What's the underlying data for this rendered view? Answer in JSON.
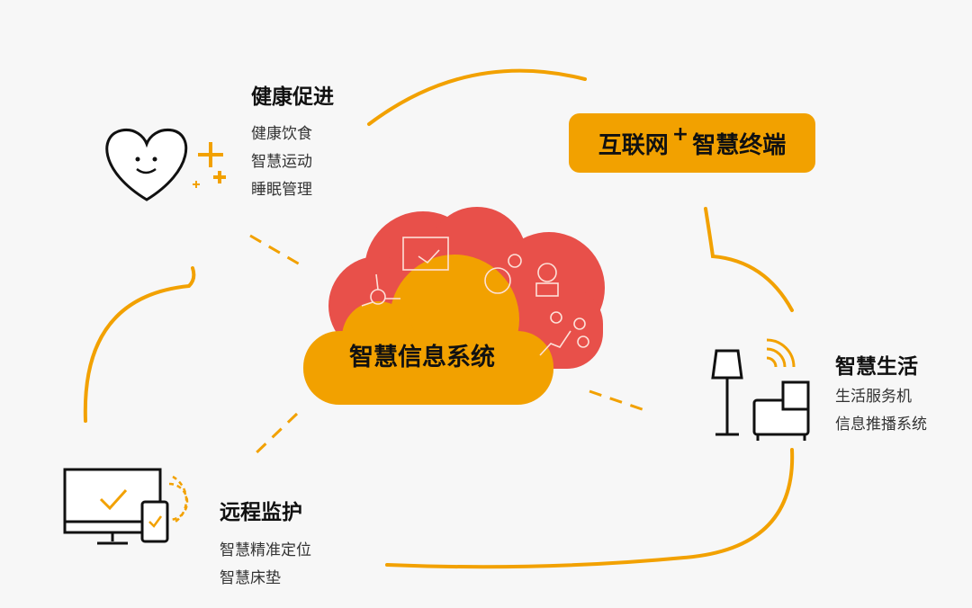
{
  "colors": {
    "accent": "#f2a100",
    "cloud_red": "#e8504a",
    "background": "#f7f7f7"
  },
  "center": {
    "label": "智慧信息系统"
  },
  "terminal": {
    "left": "互联网",
    "plus": "+",
    "right": "智慧终端"
  },
  "health": {
    "title": "健康促进",
    "items": [
      "健康饮食",
      "智慧运动",
      "睡眠管理"
    ],
    "icon": "heart-plus-icon"
  },
  "life": {
    "title": "智慧生活",
    "items": [
      "生活服务机",
      "信息推播系统"
    ],
    "icon": "lamp-sofa-wifi-icon"
  },
  "remote": {
    "title": "远程监护",
    "items": [
      "智慧精准定位",
      "智慧床垫"
    ],
    "icon": "monitor-phone-check-icon"
  }
}
